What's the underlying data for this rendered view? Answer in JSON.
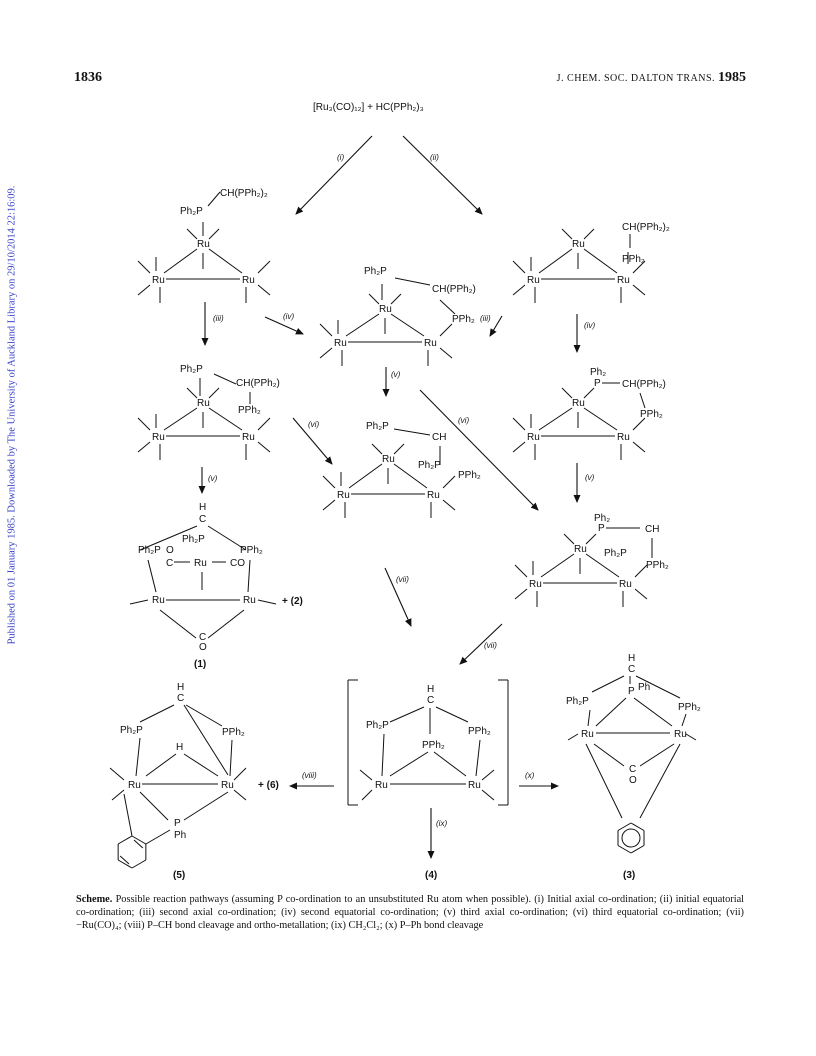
{
  "header": {
    "page_number": "1836",
    "journal": "J. CHEM. SOC. DALTON TRANS.",
    "year": "1985"
  },
  "side_note": "Published on 01 January 1985. Downloaded by The University of Auckland Library on 29/10/2014 22:16:09.",
  "scheme": {
    "reactants": "[Ru₃(CO)₁₂] + HC(PPh₂)₃",
    "steps": {
      "i": "(i)",
      "ii": "(ii)",
      "iii": "(iii)",
      "iv": "(iv)",
      "v": "(v)",
      "vi": "(vi)",
      "vii": "(vii)",
      "viii": "(viii)",
      "ix": "(ix)",
      "x": "(x)"
    },
    "labels": {
      "ru": "Ru",
      "ph2p": "Ph₂P",
      "pph2": "PPh₂",
      "ch_pph2_2": "CH(PPh₂)₂",
      "ch_pph2": "CH(PPh₂)",
      "ch": "CH",
      "h": "H",
      "c": "C",
      "o": "O",
      "p": "P",
      "ph": "Ph",
      "ph2": "Ph₂",
      "co": "CO",
      "plus2": "+ (2)",
      "plus6": "+ (6)"
    },
    "compounds": {
      "c1": "(1)",
      "c3": "(3)",
      "c4": "(4)",
      "c5": "(5)"
    }
  },
  "caption": {
    "label": "Scheme.",
    "text": "Possible reaction pathways (assuming P co-ordination to an unsubstituted Ru atom when possible). (i) Initial axial co-ordination; (ii) initial equatorial co-ordination; (iii) second axial co-ordination; (iv) second equatorial co-ordination; (v) third axial co-ordination; (vi) third equatorial co-ordination; (vii) −Ru(CO)₄; (viii) P–CH bond cleavage and ortho-metallation; (ix) CH₂Cl₂; (x) P–Ph bond cleavage"
  }
}
